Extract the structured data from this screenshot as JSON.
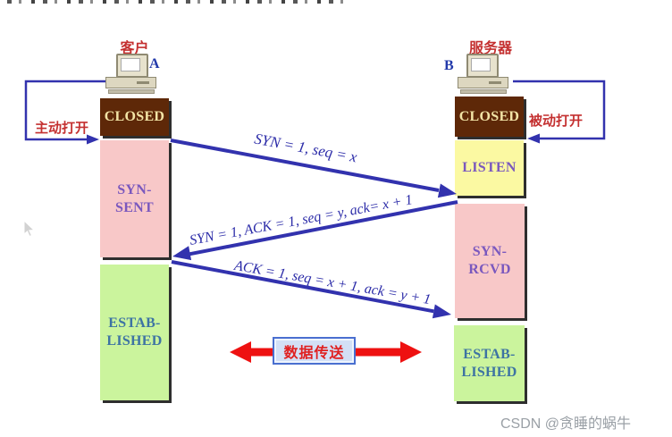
{
  "diagram": "TCP three-way handshake connection establishment",
  "client": {
    "title": "客户",
    "host_letter": "A",
    "open_action": "主动打开",
    "states": {
      "closed": "CLOSED",
      "syn_sent": "SYN-\nSENT",
      "established": "ESTAB-\nLISHED"
    }
  },
  "server": {
    "title": "服务器",
    "host_letter": "B",
    "open_action": "被动打开",
    "states": {
      "closed": "CLOSED",
      "listen": "LISTEN",
      "syn_rcvd": "SYN-\nRCVD",
      "established": "ESTAB-\nLISHED"
    }
  },
  "messages": {
    "syn": "SYN = 1, seq = x",
    "synack": "SYN = 1, ACK = 1, seq = y, ack= x + 1",
    "ack": "ACK = 1, seq = x + 1, ack = y + 1"
  },
  "data_transfer_label": "数据传送",
  "watermark": "CSDN @贪睡的蜗牛",
  "colors": {
    "state_closed_bg": "#5E2808",
    "state_closed_text": "#F2E4A6",
    "state_pink_bg": "#F8C8C8",
    "state_yellow_bg": "#FBF9A2",
    "state_green_bg": "#CBF49D",
    "state_text_purple": "#7A58BE",
    "state_text_blue": "#3D73A3",
    "arrow_blue": "#3232AE",
    "message_label_blue": "#2B2BA8",
    "action_label_red": "#C43030",
    "data_arrow_red": "#EE1111",
    "data_box_bg": "#D3E0F6",
    "data_box_border": "#4A6FD0",
    "watermark_gray": "#9AA0A6"
  }
}
